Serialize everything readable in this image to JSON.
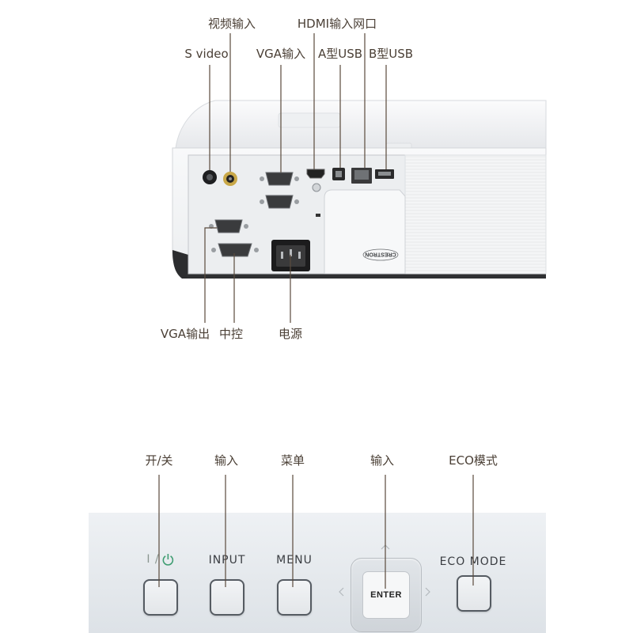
{
  "port_callouts": {
    "video_in": "视频输入",
    "hdmi_lan": "HDMI输入网口",
    "s_video": "S video",
    "vga_in": "VGA输入",
    "usb_a": "A型USB",
    "usb_b": "B型USB",
    "vga_out": "VGA输出",
    "control": "中控",
    "power": "电源"
  },
  "projector": {
    "module_logo": "CRESTRON"
  },
  "button_callouts": {
    "power": "开/关",
    "input": "输入",
    "menu": "菜单",
    "enter": "输入",
    "eco": "ECO模式"
  },
  "control_panel": {
    "power_label": "I /",
    "input_label": "INPUT",
    "menu_label": "MENU",
    "enter_label": "ENTER",
    "eco_label": "ECO MODE"
  },
  "icons": {
    "power": "power-icon",
    "nav_up": "chevron-up-icon",
    "nav_left": "chevron-left-icon",
    "nav_right": "chevron-right-icon"
  },
  "colors": {
    "callout_text": "#4a3f35",
    "callout_line": "#5a4a3c",
    "power_icon": "#3f9d72",
    "panel_bg": "#e4e8ec",
    "button_border": "#555b62"
  }
}
